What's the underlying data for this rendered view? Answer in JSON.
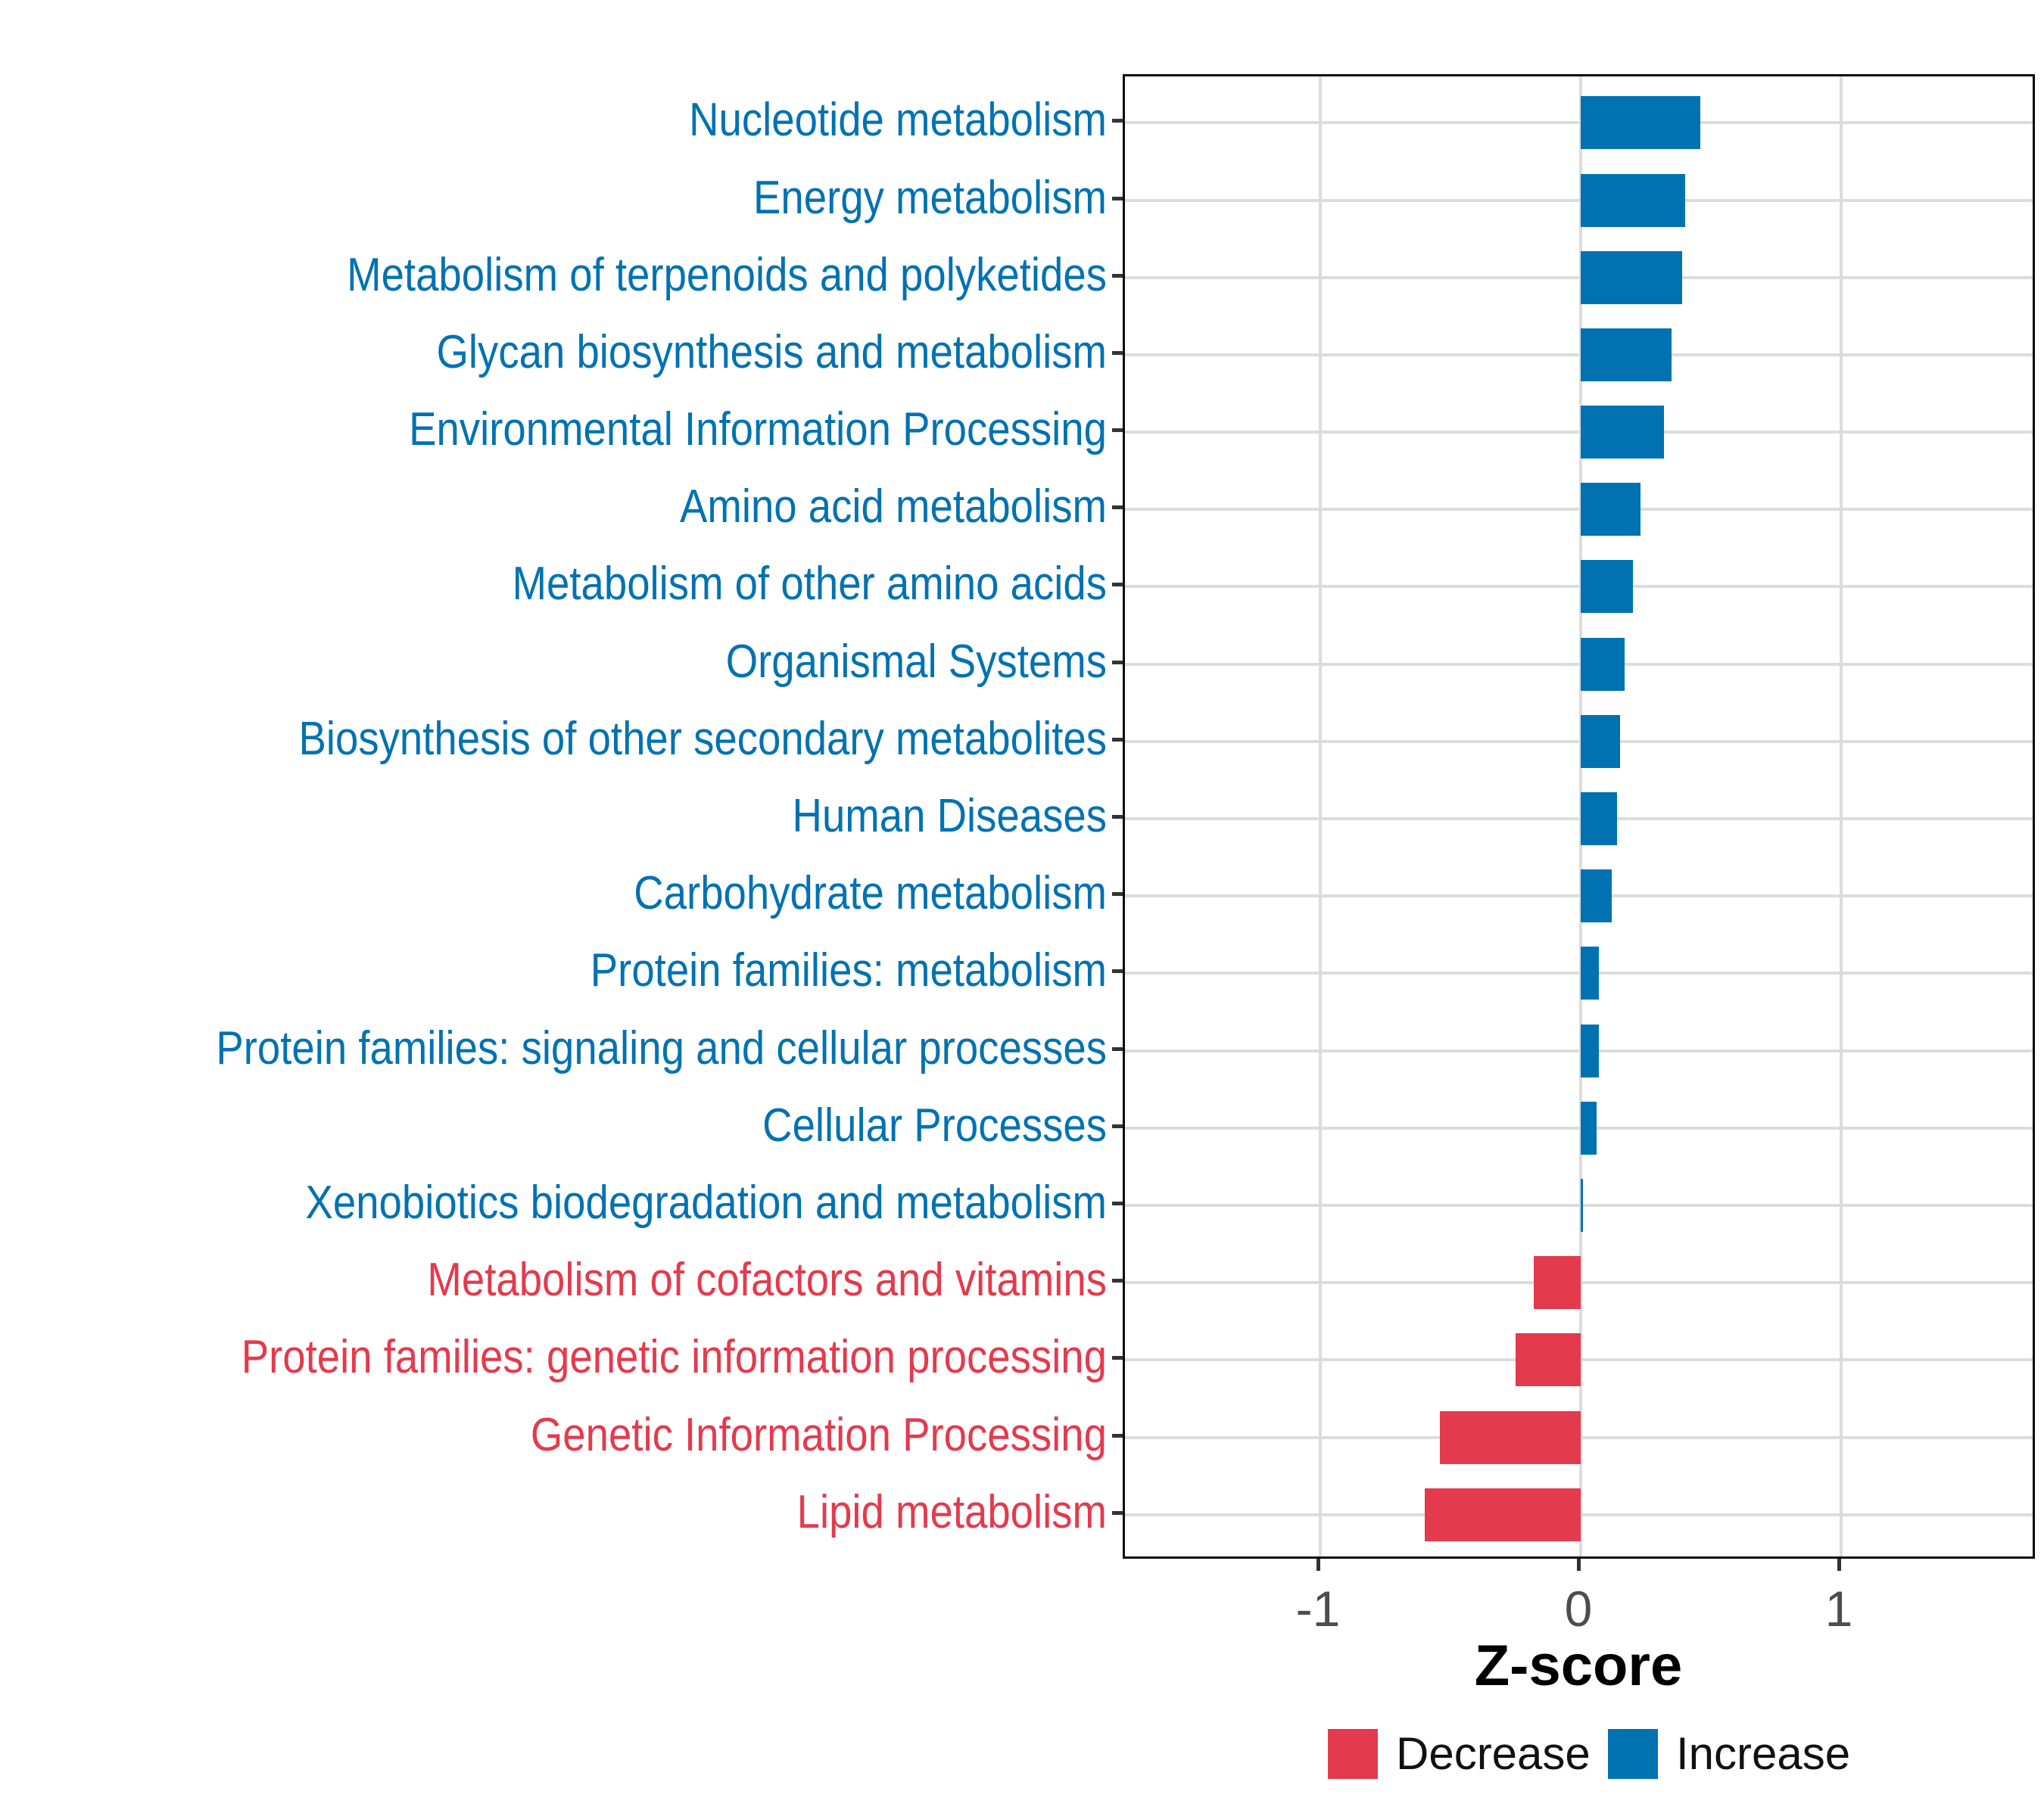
{
  "chart_data": {
    "type": "bar",
    "orientation": "horizontal",
    "title": "",
    "xlabel": "Z-score",
    "ylabel": "",
    "xlim": [
      -1.75,
      1.75
    ],
    "xticks": [
      -1,
      0,
      1
    ],
    "xtick_labels": [
      "-1",
      "0",
      "1"
    ],
    "grid": "major vertical at ticks + horizontal line through each category",
    "legend_position": "bottom-center",
    "categories": [
      "Nucleotide metabolism",
      "Energy metabolism",
      "Metabolism of terpenoids and polyketides",
      "Glycan biosynthesis and metabolism",
      "Environmental Information Processing",
      "Amino acid metabolism",
      "Metabolism of other amino acids",
      "Organismal Systems",
      "Biosynthesis of other secondary metabolites",
      "Human Diseases",
      "Carbohydrate metabolism",
      "Protein families: metabolism",
      "Protein families: signaling and cellular processes",
      "Cellular Processes",
      "Xenobiotics biodegradation and metabolism",
      "Metabolism of cofactors and vitamins",
      "Protein families: genetic information processing",
      "Genetic Information Processing",
      "Lipid metabolism"
    ],
    "values": [
      0.46,
      0.4,
      0.39,
      0.35,
      0.32,
      0.23,
      0.2,
      0.17,
      0.15,
      0.14,
      0.12,
      0.07,
      0.07,
      0.06,
      0.01,
      -0.18,
      -0.25,
      -0.54,
      -0.6
    ],
    "directions": [
      "Increase",
      "Increase",
      "Increase",
      "Increase",
      "Increase",
      "Increase",
      "Increase",
      "Increase",
      "Increase",
      "Increase",
      "Increase",
      "Increase",
      "Increase",
      "Increase",
      "Increase",
      "Decrease",
      "Decrease",
      "Decrease",
      "Decrease"
    ]
  },
  "axis": {
    "title": "Z-score"
  },
  "legend": {
    "decrease_label": "Decrease",
    "increase_label": "Increase"
  },
  "colors": {
    "increase": "#0072B2",
    "decrease": "#E43A4D",
    "gridline": "#dcdcdc",
    "tick": "#333333",
    "tick_text": "#4d4d4d",
    "panel_border": "#0a0a0a",
    "background": "#ffffff"
  }
}
